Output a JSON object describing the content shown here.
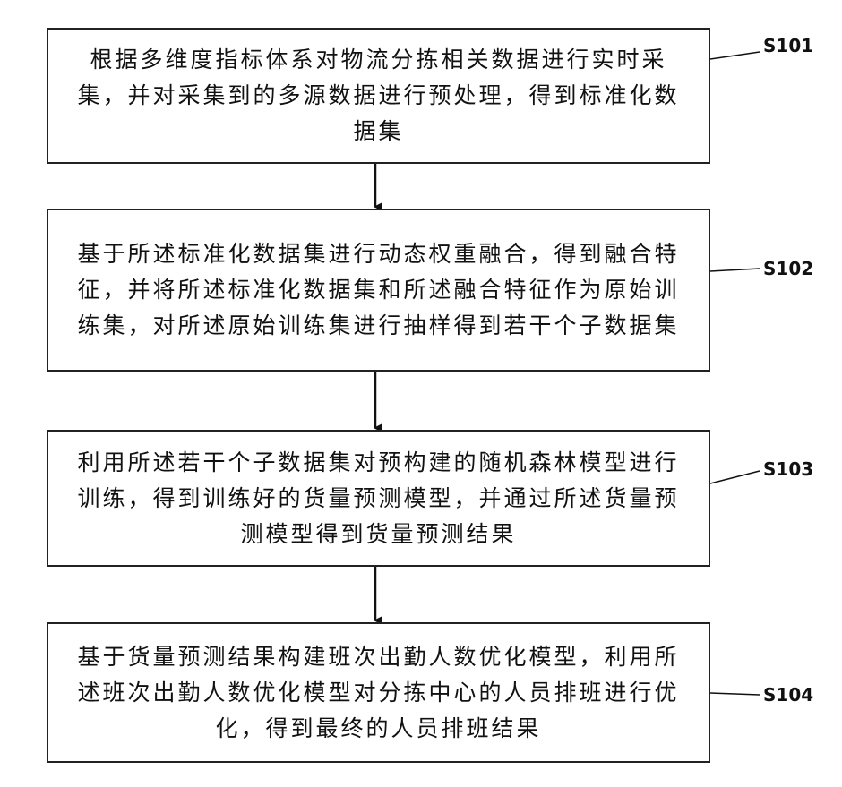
{
  "steps": [
    {
      "id": "S101",
      "text": "根据多维度指标体系对物流分拣相关数据进行实时采集，并对采集到的多源数据进行预处理，得到标准化数据集"
    },
    {
      "id": "S102",
      "text": "基于所述标准化数据集进行动态权重融合，得到融合特征，并将所述标准化数据集和所述融合特征作为原始训练集，对所述原始训练集进行抽样得到若干个子数据集"
    },
    {
      "id": "S103",
      "text": "利用所述若干个子数据集对预构建的随机森林模型进行训练，得到训练好的货量预测模型，并通过所述货量预测模型得到货量预测结果"
    },
    {
      "id": "S104",
      "text": "基于货量预测结果构建班次出勤人数优化模型，利用所述班次出勤人数优化模型对分拣中心的人员排班进行优化，得到最终的人员排班结果"
    }
  ]
}
